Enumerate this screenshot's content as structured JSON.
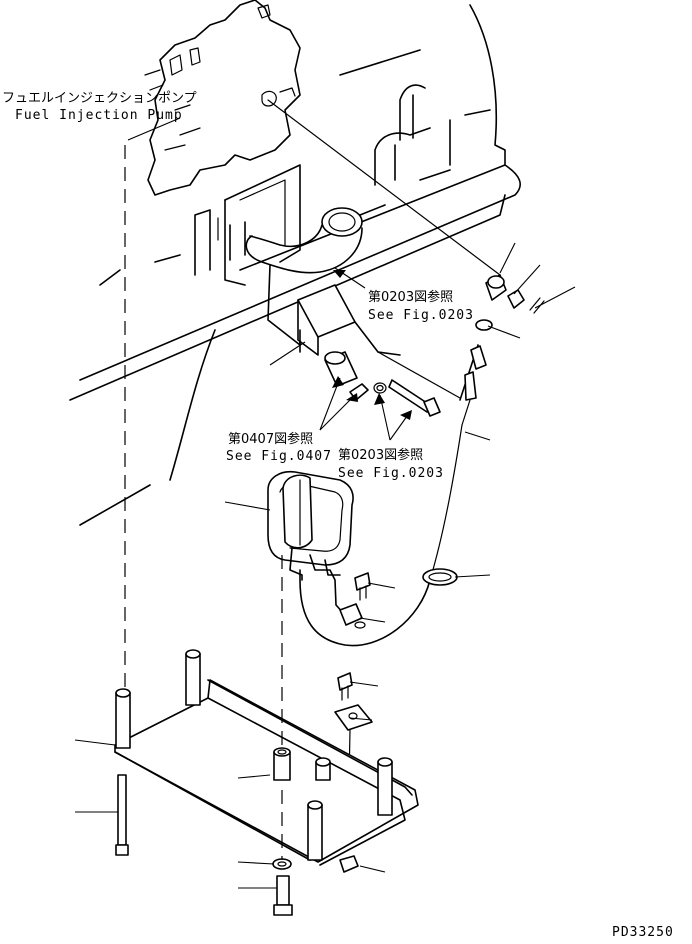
{
  "labels": {
    "fuel_injection_pump_jp": "フュエルインジェクションポンプ",
    "fuel_injection_pump_en": "Fuel Injection Pump",
    "ref_0203_top_jp": "第0203図参照",
    "ref_0203_top_en": "See Fig.0203",
    "ref_0407_jp": "第0407図参照",
    "ref_0407_en": "See Fig.0407",
    "ref_0203_mid_jp": "第0203図参照",
    "ref_0203_mid_en": "See Fig.0203",
    "drawing_number": "PD33250"
  }
}
